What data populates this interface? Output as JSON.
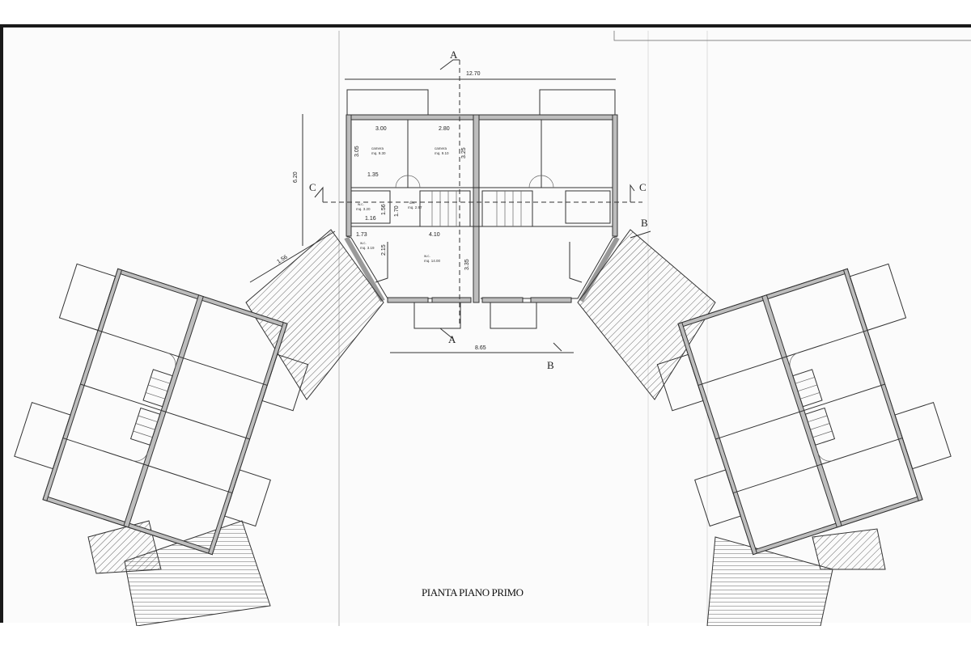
{
  "drawing": {
    "title": "PIANTA PIANO PRIMO",
    "section_marks": {
      "a_top": "A",
      "a_bottom": "A",
      "b_top": "B",
      "b_bottom": "B",
      "c_left": "C",
      "c_right": "C"
    },
    "dimensions": {
      "overall_width": "12.70",
      "bottom_width": "8.65",
      "height_left": "6.20",
      "wing_offset": "1.56",
      "room1_width": "3.00",
      "room2_width": "2.80",
      "room1_depth": "3.05",
      "room2_depth": "3.25",
      "room1_sub": "1.35",
      "wc_width": "1.16",
      "wc_depth": "1.56",
      "dis_depth": "1.70",
      "lower_left": "1.73",
      "lower_mid": "4.10",
      "lower_wc_depth": "2.15",
      "lower_depth": "3.35"
    },
    "rooms": [
      {
        "name": "camera",
        "area": "mq. 9.30"
      },
      {
        "name": "camera",
        "area": "mq. 9.10"
      },
      {
        "name": "w.c.",
        "area": "mq. 3.20"
      },
      {
        "name": "dis.",
        "area": "mq. 2.97"
      },
      {
        "name": "w.c.",
        "area": "mq. 3.19"
      },
      {
        "name": "w.c.",
        "area": "mq. 14.00"
      }
    ]
  }
}
